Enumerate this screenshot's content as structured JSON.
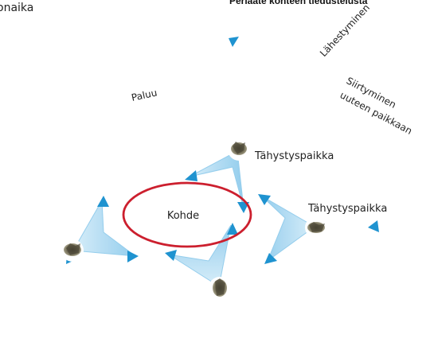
{
  "header": {
    "left_fragment": "onaika",
    "title": "Periaate kohteen tiedustelusta"
  },
  "diagram": {
    "target_label": "Kohde",
    "observation_point_label_1": "Tähystyspaikka",
    "observation_point_label_2": "Tähystyspaikka",
    "approach_label": "Lähestyminen",
    "return_label": "Paluu",
    "relocation_label_line1": "Siirtyminen",
    "relocation_label_line2": "uuteen paikkaan"
  },
  "colors": {
    "route": "#1f93d0",
    "target_ring": "#cc1f2e",
    "observation_fan": "#a9d6ee",
    "observation_fan_edge": "#4aa7dd"
  },
  "icons": {
    "observer": "camouflaged-soldier-icon"
  }
}
